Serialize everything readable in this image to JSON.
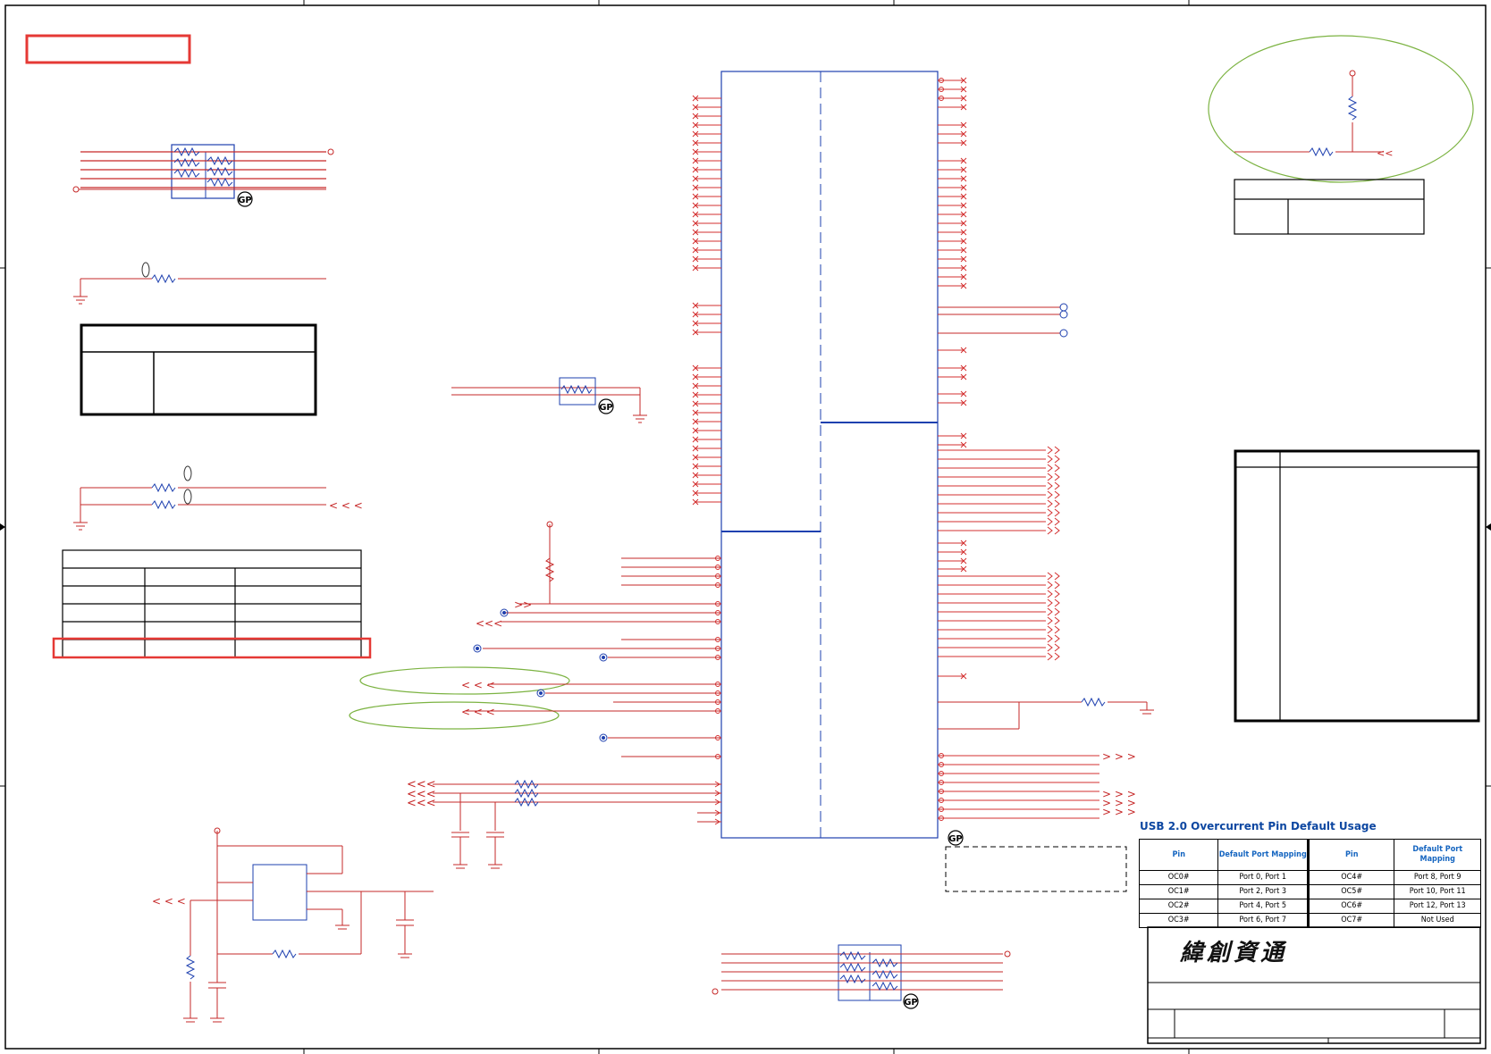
{
  "title_block": {
    "company": "緯創資通"
  },
  "usb_table": {
    "title": "USB 2.0 Overcurrent Pin Default Usage",
    "headers": [
      "Pin",
      "Default Port Mapping",
      "Pin",
      "Default Port Mapping"
    ],
    "rows": [
      [
        "OC0#",
        "Port 0, Port 1",
        "OC4#",
        "Port 8, Port 9"
      ],
      [
        "OC1#",
        "Port 2, Port 3",
        "OC5#",
        "Port 10, Port 11"
      ],
      [
        "OC2#",
        "Port 4, Port 5",
        "OC6#",
        "Port 12, Port 13"
      ],
      [
        "OC3#",
        "Port 6, Port 7",
        "OC7#",
        "Not Used"
      ]
    ]
  },
  "markers": {
    "gp": "GP"
  },
  "colors": {
    "wire": "#d32f2f",
    "net": "#1a237e",
    "component": "#1e40af",
    "highlight": "#e53935",
    "annotation": "#7cb342",
    "border": "#000000"
  }
}
